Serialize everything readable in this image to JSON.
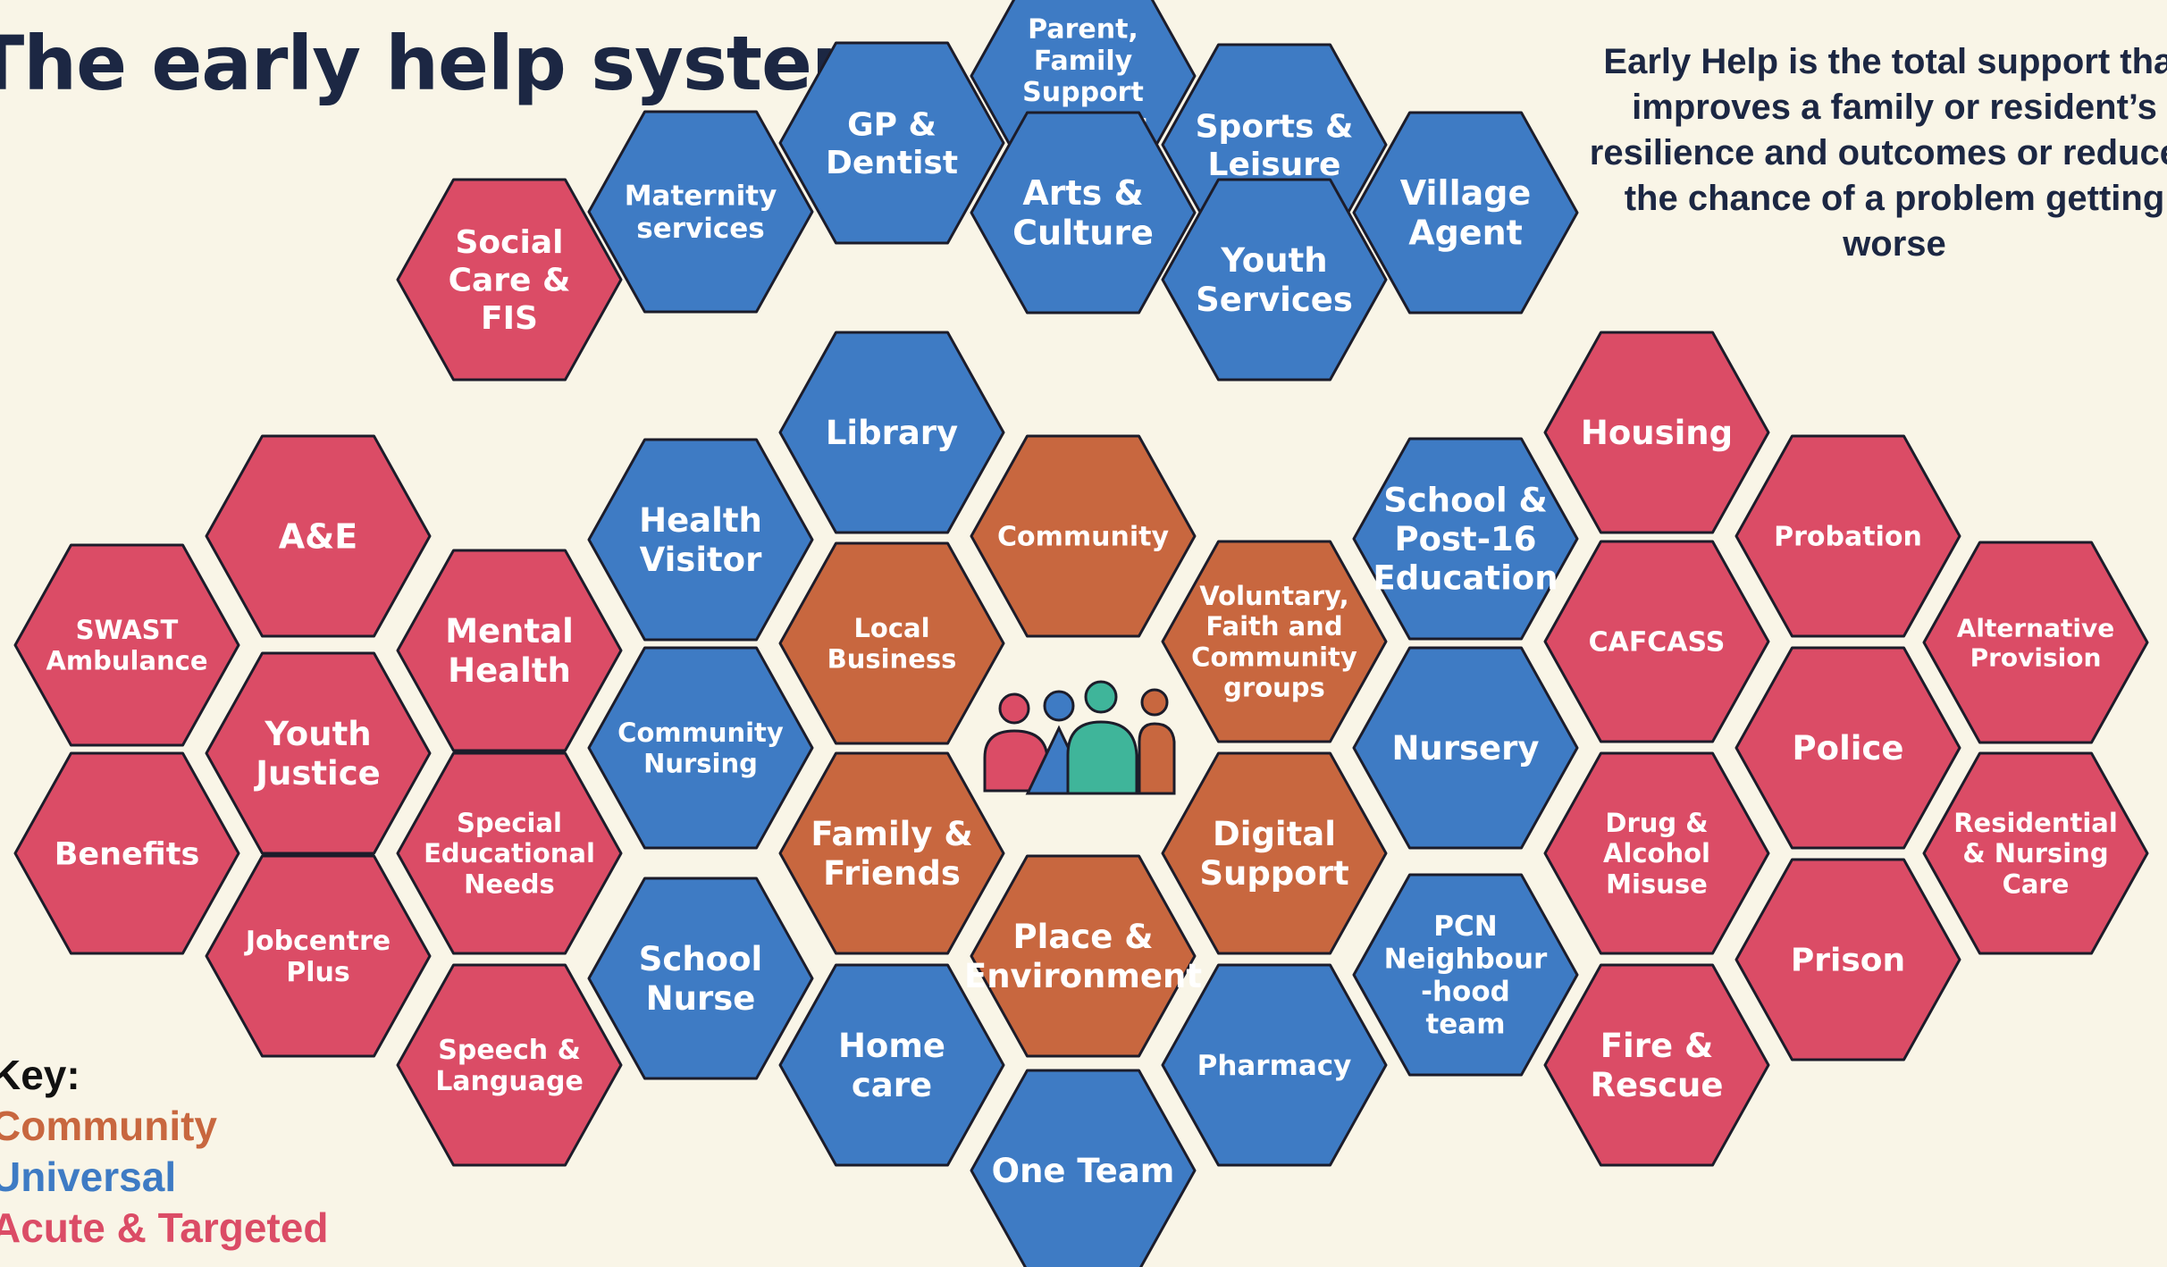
{
  "title": "The early help system",
  "description": "Early Help is the total support that improves a family or resident’s resilience and outcomes or reduces the chance of a problem getting worse",
  "key": {
    "heading": "Key:",
    "items": [
      {
        "label": "Community",
        "color": "#c8673f"
      },
      {
        "label": "Universal",
        "color": "#3e7bc4"
      },
      {
        "label": "Acute & Targeted",
        "color": "#db4c66"
      }
    ]
  },
  "colors": {
    "community": "#c8673f",
    "universal": "#3e7bc4",
    "acute": "#db4c66",
    "outline": "#1c1c2a",
    "background": "#f9f5e7",
    "text": "#1c2743"
  },
  "hexes": [
    {
      "id": "parent-family-support-advisors",
      "label": "Parent,\nFamily\nSupport\nAdvisors",
      "category": "universal"
    },
    {
      "id": "gp-dentist",
      "label": "GP &\nDentist",
      "category": "universal"
    },
    {
      "id": "sports-leisure",
      "label": "Sports &\nLeisure",
      "category": "universal"
    },
    {
      "id": "arts-culture",
      "label": "Arts &\nCulture",
      "category": "universal"
    },
    {
      "id": "maternity-services",
      "label": "Maternity\nservices",
      "category": "universal"
    },
    {
      "id": "village-agent",
      "label": "Village\nAgent",
      "category": "universal"
    },
    {
      "id": "library",
      "label": "Library",
      "category": "universal"
    },
    {
      "id": "youth-services",
      "label": "Youth\nServices",
      "category": "universal"
    },
    {
      "id": "social-care-fis",
      "label": "Social\nCare &\nFIS",
      "category": "acute"
    },
    {
      "id": "housing",
      "label": "Housing",
      "category": "acute"
    },
    {
      "id": "community",
      "label": "Community",
      "category": "community"
    },
    {
      "id": "health-visitor",
      "label": "Health\nVisitor",
      "category": "universal"
    },
    {
      "id": "school-post16-education",
      "label": "School &\nPost-16\nEducation",
      "category": "universal"
    },
    {
      "id": "a-and-e",
      "label": "A&E",
      "category": "acute"
    },
    {
      "id": "probation",
      "label": "Probation",
      "category": "acute"
    },
    {
      "id": "local-business",
      "label": "Local\nBusiness",
      "category": "community"
    },
    {
      "id": "voluntary-faith-community-groups",
      "label": "Voluntary,\nFaith and\nCommunity\ngroups",
      "category": "community"
    },
    {
      "id": "mental-health",
      "label": "Mental\nHealth",
      "category": "acute"
    },
    {
      "id": "cafcass",
      "label": "CAFCASS",
      "category": "acute"
    },
    {
      "id": "swast-ambulance",
      "label": "SWAST\nAmbulance",
      "category": "acute"
    },
    {
      "id": "alternative-provision",
      "label": "Alternative\nProvision",
      "category": "acute"
    },
    {
      "id": "community-nursing",
      "label": "Community\nNursing",
      "category": "universal"
    },
    {
      "id": "nursery",
      "label": "Nursery",
      "category": "universal"
    },
    {
      "id": "youth-justice",
      "label": "Youth\nJustice",
      "category": "acute"
    },
    {
      "id": "police",
      "label": "Police",
      "category": "acute"
    },
    {
      "id": "family-friends",
      "label": "Family &\nFriends",
      "category": "community"
    },
    {
      "id": "digital-support",
      "label": "Digital\nSupport",
      "category": "community"
    },
    {
      "id": "special-educational-needs",
      "label": "Special\nEducational\nNeeds",
      "category": "acute"
    },
    {
      "id": "drug-alcohol-misuse",
      "label": "Drug &\nAlcohol\nMisuse",
      "category": "acute"
    },
    {
      "id": "benefits",
      "label": "Benefits",
      "category": "acute"
    },
    {
      "id": "residential-nursing-care",
      "label": "Residential\n& Nursing\nCare",
      "category": "acute"
    },
    {
      "id": "school-nurse",
      "label": "School\nNurse",
      "category": "universal"
    },
    {
      "id": "pcn-neighbourhood-team",
      "label": "PCN\nNeighbour\n-hood\nteam",
      "category": "universal"
    },
    {
      "id": "place-environment",
      "label": "Place &\nEnvironment",
      "category": "community"
    },
    {
      "id": "jobcentre-plus",
      "label": "Jobcentre\nPlus",
      "category": "acute"
    },
    {
      "id": "prison",
      "label": "Prison",
      "category": "acute"
    },
    {
      "id": "home-care",
      "label": "Home\ncare",
      "category": "universal"
    },
    {
      "id": "pharmacy",
      "label": "Pharmacy",
      "category": "universal"
    },
    {
      "id": "speech-language",
      "label": "Speech &\nLanguage",
      "category": "acute"
    },
    {
      "id": "fire-rescue",
      "label": "Fire &\nRescue",
      "category": "acute"
    },
    {
      "id": "one-team",
      "label": "One Team",
      "category": "universal"
    }
  ],
  "center_icon": {
    "name": "family-group-icon",
    "colors": [
      "#db4c66",
      "#3e7bc4",
      "#3fb59a",
      "#c8673f"
    ]
  }
}
